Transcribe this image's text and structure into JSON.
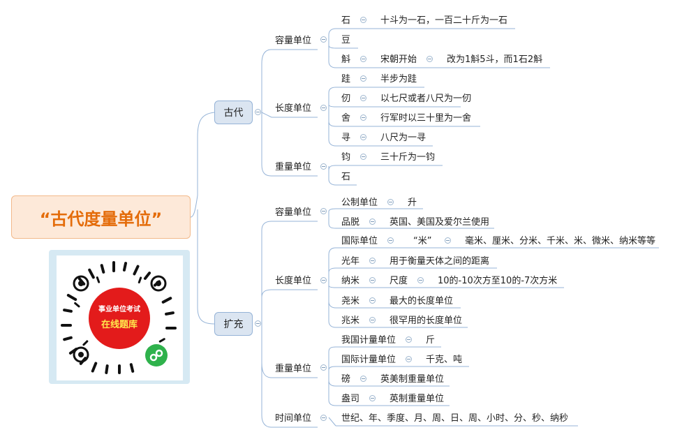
{
  "root": {
    "label": "“古代度量单位”"
  },
  "qr": {
    "line1": "事业单位考试",
    "line2": "在线题库"
  },
  "branches": {
    "ancient": {
      "label": "古代",
      "capacity": {
        "label": "容量单位",
        "items": [
          {
            "a": "石",
            "b": "十斗为一石，一百二十斤为一石"
          },
          {
            "a": "豆"
          },
          {
            "a": "斛",
            "b": "宋朝开始",
            "c": "改为1斛5斗，而1石2斛"
          }
        ]
      },
      "length": {
        "label": "长度单位",
        "items": [
          {
            "a": "跬",
            "b": "半步为跬"
          },
          {
            "a": "仞",
            "b": "以七尺或者八尺为一仞"
          },
          {
            "a": "舍",
            "b": "行军时以三十里为一舍"
          },
          {
            "a": "寻",
            "b": "八尺为一寻"
          }
        ]
      },
      "weight": {
        "label": "重量单位",
        "items": [
          {
            "a": "钧",
            "b": "三十斤为一钧"
          },
          {
            "a": "石"
          }
        ]
      }
    },
    "extended": {
      "label": "扩充",
      "capacity": {
        "label": "容量单位",
        "items": [
          {
            "a": "公制单位",
            "b": "升"
          },
          {
            "a": "品脱",
            "b": "英国、美国及爱尔兰使用"
          }
        ]
      },
      "length": {
        "label": "长度单位",
        "items": [
          {
            "a": "国际单位",
            "b": "“米”",
            "c": "毫米、厘米、分米、千米、米、微米、纳米等等"
          },
          {
            "a": "光年",
            "b": "用于衡量天体之间的距离"
          },
          {
            "a": "纳米",
            "b": "尺度",
            "c": "10的-10次方至10的-7次方米"
          },
          {
            "a": "尧米",
            "b": "最大的长度单位"
          },
          {
            "a": "兆米",
            "b": "很罕用的长度单位"
          }
        ]
      },
      "weight": {
        "label": "重量单位",
        "items": [
          {
            "a": "我国计量单位",
            "b": "斤"
          },
          {
            "a": "国际计量单位",
            "b": "千克、吨"
          },
          {
            "a": "磅",
            "b": "英美制重量单位"
          },
          {
            "a": "盎司",
            "b": "英制重量单位"
          }
        ]
      },
      "time": {
        "label": "时间单位",
        "value": "世纪、年、季度、月、周、日、周、小时、分、秒、纳秒"
      }
    }
  }
}
